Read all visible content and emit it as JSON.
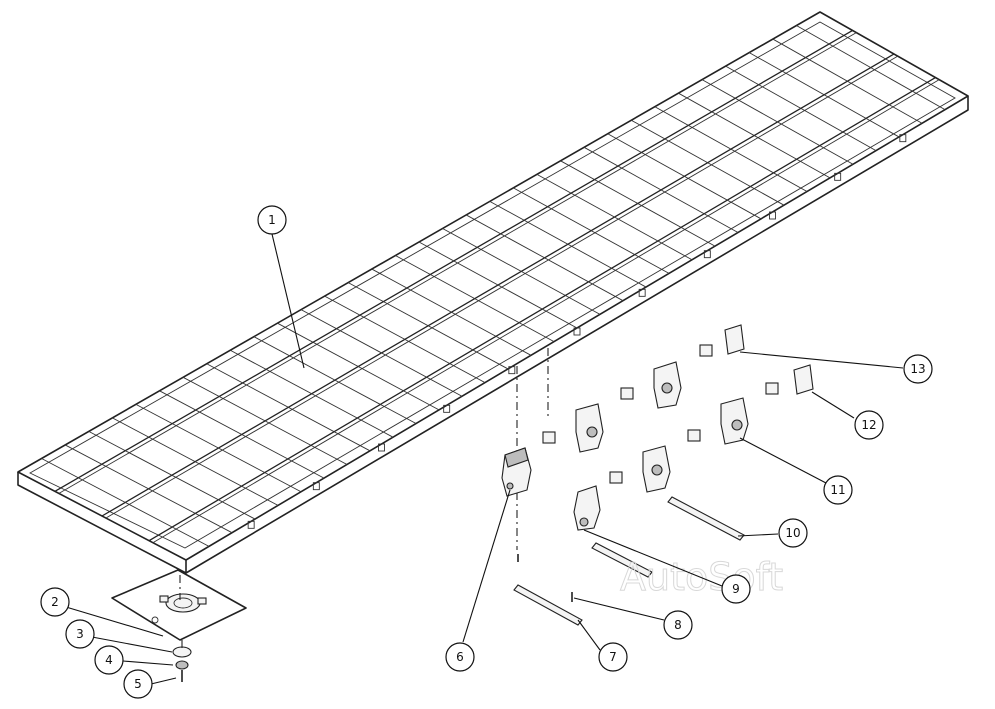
{
  "diagram": {
    "watermark": "AutoSoft",
    "callouts": [
      {
        "id": "c1",
        "label": "1"
      },
      {
        "id": "c2",
        "label": "2"
      },
      {
        "id": "c3",
        "label": "3"
      },
      {
        "id": "c4",
        "label": "4"
      },
      {
        "id": "c5",
        "label": "5"
      },
      {
        "id": "c6",
        "label": "6"
      },
      {
        "id": "c7",
        "label": "7"
      },
      {
        "id": "c8",
        "label": "8"
      },
      {
        "id": "c9",
        "label": "9"
      },
      {
        "id": "c10",
        "label": "10"
      },
      {
        "id": "c11",
        "label": "11"
      },
      {
        "id": "c12",
        "label": "12"
      },
      {
        "id": "c13",
        "label": "13"
      }
    ]
  }
}
